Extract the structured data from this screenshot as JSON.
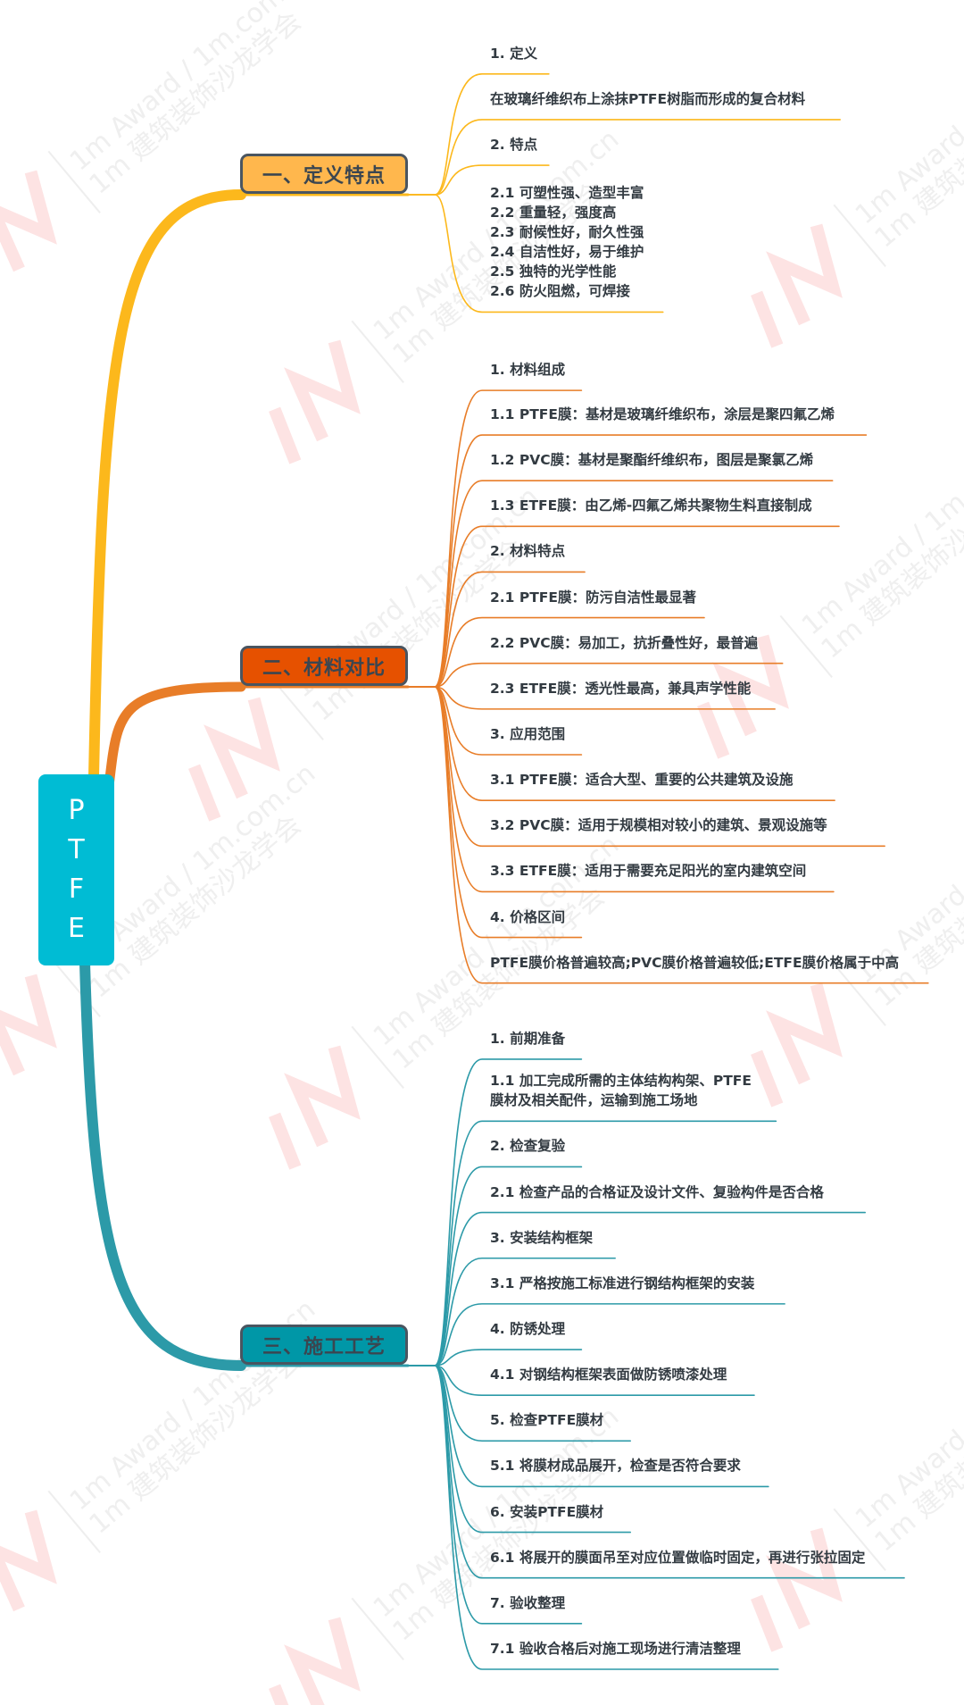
{
  "root": {
    "label": "PTFE",
    "letters": [
      "P",
      "T",
      "F",
      "E"
    ],
    "color": "#00bcd4"
  },
  "watermark": {
    "line1": "1m Award / 1m.com.cn",
    "line2": "1m 建筑装饰沙龙学会"
  },
  "branches": [
    {
      "label": "一、定义特点",
      "color": "#fcb81c",
      "fill": "#ffb74d",
      "items": [
        {
          "text": "1. 定义"
        },
        {
          "text": "在玻璃纤维织布上涂抹PTFE树脂而形成的复合材料"
        },
        {
          "text": "2. 特点"
        },
        {
          "lines": [
            "2.1 可塑性强、造型丰富",
            "2.2 重量轻，强度高",
            "2.3 耐候性好，耐久性强",
            "2.4 自洁性好，易于维护",
            "2.5 独特的光学性能",
            "2.6 防火阻燃，可焊接"
          ]
        }
      ]
    },
    {
      "label": "二、材料对比",
      "color": "#e87d28",
      "fill": "#e65100",
      "items": [
        {
          "text": "1. 材料组成"
        },
        {
          "text": "1.1 PTFE膜：基材是玻璃纤维织布，涂层是聚四氟乙烯"
        },
        {
          "text": "1.2 PVC膜：基材是聚酯纤维织布，图层是聚氯乙烯"
        },
        {
          "text": "1.3 ETFE膜：由乙烯-四氟乙烯共聚物生料直接制成"
        },
        {
          "text": "2.  材料特点"
        },
        {
          "text": "2.1 PTFE膜：防污自洁性最显著"
        },
        {
          "text": "2.2 PVC膜：易加工，抗折叠性好，最普遍"
        },
        {
          "text": "2.3 ETFE膜：透光性最高，兼具声学性能"
        },
        {
          "text": "3. 应用范围"
        },
        {
          "text": "3.1 PTFE膜：适合大型、重要的公共建筑及设施"
        },
        {
          "text": "3.2 PVC膜：适用于规模相对较小的建筑、景观设施等"
        },
        {
          "text": "3.3 ETFE膜：适用于需要充足阳光的室内建筑空间"
        },
        {
          "text": "4. 价格区间"
        },
        {
          "text": "PTFE膜价格普遍较高;PVC膜价格普遍较低;ETFE膜价格属于中高"
        }
      ]
    },
    {
      "label": "三、施工工艺",
      "color": "#2c9aa8",
      "fill": "#0097a7",
      "items": [
        {
          "text": "1. 前期准备"
        },
        {
          "lines": [
            "1.1 加工完成所需的主体结构构架、PTFE",
            "膜材及相关配件，运输到施工场地"
          ]
        },
        {
          "text": "2. 检查复验"
        },
        {
          "text": "2.1 检查产品的合格证及设计文件、复验构件是否合格"
        },
        {
          "text": "3. 安装结构框架"
        },
        {
          "text": "3.1 严格按施工标准进行钢结构框架的安装"
        },
        {
          "text": "4. 防锈处理"
        },
        {
          "text": "4.1 对钢结构框架表面做防锈喷漆处理"
        },
        {
          "text": "5. 检查PTFE膜材"
        },
        {
          "text": "5.1 将膜材成品展开，检查是否符合要求"
        },
        {
          "text": "6. 安装PTFE膜材"
        },
        {
          "text": "6.1 将展开的膜面吊至对应位置做临时固定，再进行张拉固定"
        },
        {
          "text": "7. 验收整理"
        },
        {
          "text": "7.1 验收合格后对施工现场进行清洁整理"
        }
      ]
    }
  ]
}
